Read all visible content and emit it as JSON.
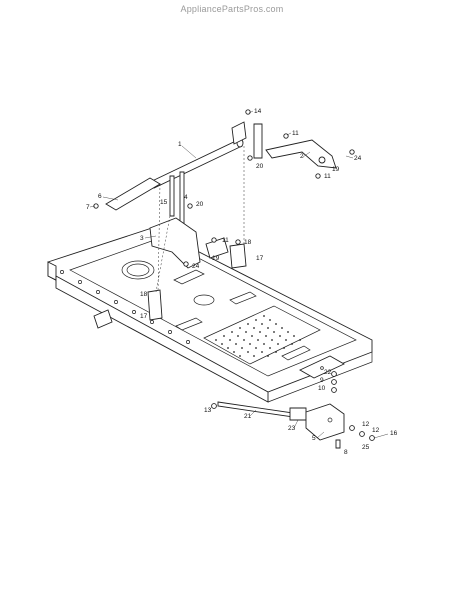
{
  "watermark": "AppliancePartsPros.com",
  "callouts": {
    "c14": "14",
    "c11a": "11",
    "c1": "1",
    "c20a": "20",
    "c2": "2",
    "c24a": "24",
    "c11b": "11",
    "c19a": "19",
    "c6": "6",
    "c15": "15",
    "c4": "4",
    "c20b": "20",
    "c7": "7",
    "c3": "3",
    "c11c": "11",
    "c18a": "18",
    "c19b": "19",
    "c24b": "24",
    "c17a": "17",
    "c18b": "18",
    "c17b": "17",
    "c13": "13",
    "c21": "21",
    "c23": "23",
    "c22": "22",
    "c9": "9",
    "c10": "10",
    "c5": "5",
    "c8": "8",
    "c12a": "12",
    "c12b": "12",
    "c16": "16",
    "c25": "25"
  }
}
